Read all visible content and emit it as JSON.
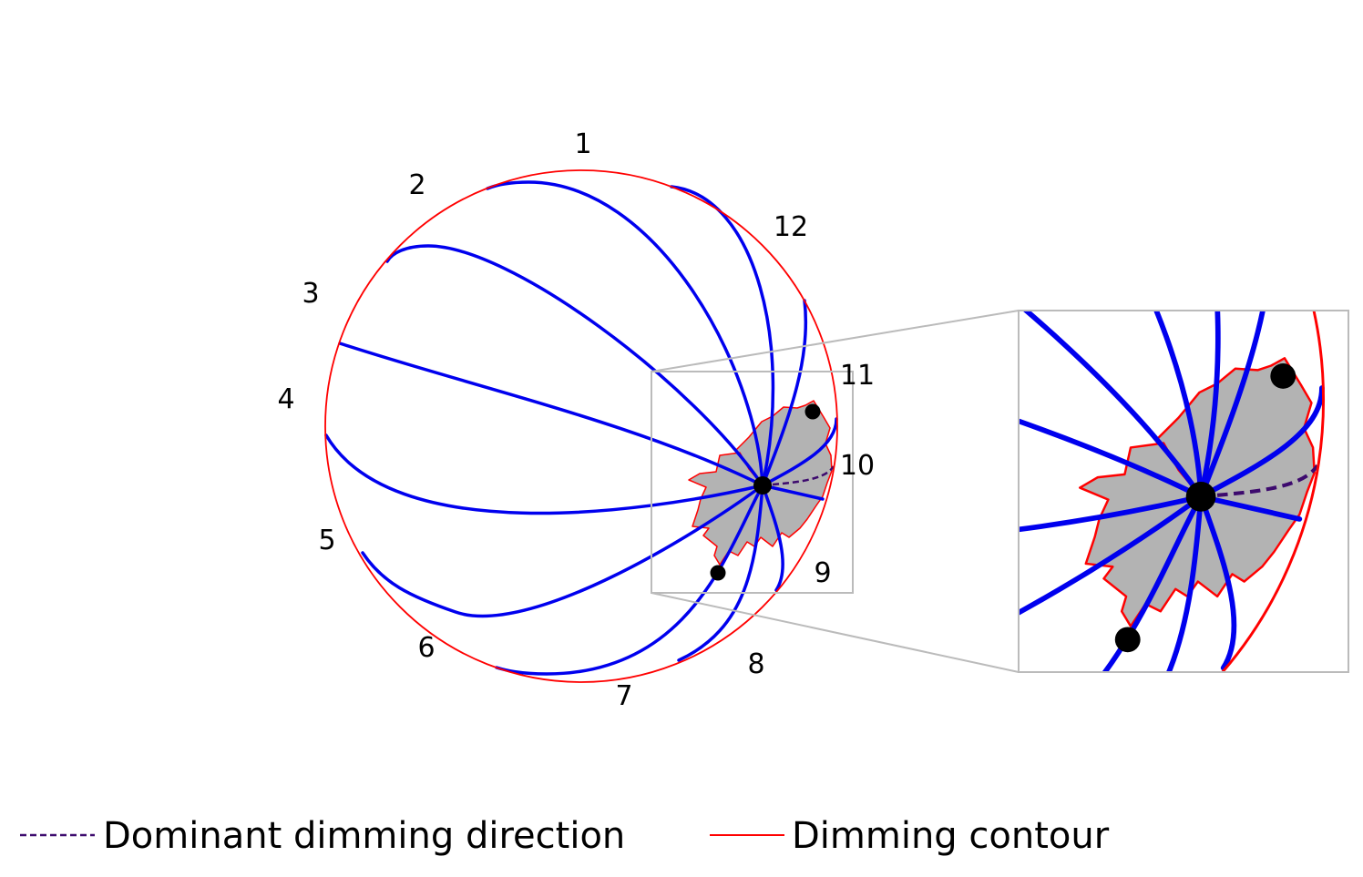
{
  "figure": {
    "sector_labels": [
      "1",
      "2",
      "3",
      "4",
      "5",
      "6",
      "7",
      "8",
      "9",
      "10",
      "11",
      "12"
    ],
    "legend": {
      "items": [
        {
          "label": "Dominant dimming direction",
          "color": "#3d0a6e",
          "style": "dashed"
        },
        {
          "label": "Dimming contour",
          "color": "#ff0000",
          "style": "solid"
        }
      ]
    },
    "colors": {
      "sector_lines": "#0000ee",
      "contour": "#ff0000",
      "dimming_region": "#b3b3b3",
      "inset_frame": "#bbbbbb",
      "points": "#000000"
    }
  }
}
